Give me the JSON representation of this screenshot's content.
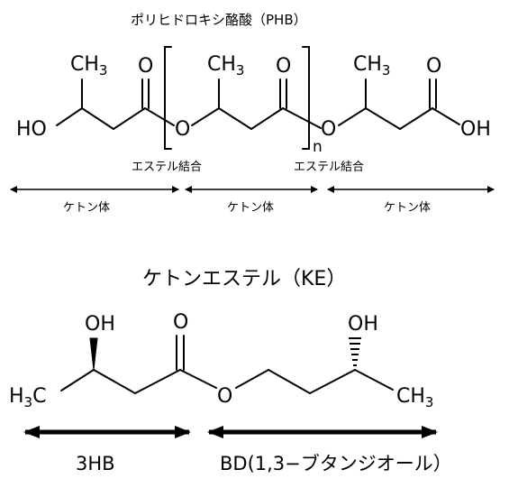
{
  "top": {
    "title": "ポリヒドロキシ酪酸（PHB）",
    "atoms": {
      "ho": "HO",
      "o": "O",
      "oh": "OH",
      "ch3": "CH",
      "three": "3",
      "n": "n"
    },
    "ester_labels": [
      "エステル結合",
      "エステル結合"
    ],
    "ketone_labels": [
      "ケトン体",
      "ケトン体",
      "ケトン体"
    ]
  },
  "bottom": {
    "title": "ケトンエステル（KE）",
    "atoms": {
      "oh_left": "OH",
      "o_carbonyl": "O",
      "oh_right": "OH",
      "o_ester": "O",
      "h3c_h": "H",
      "h3c_3": "3",
      "h3c_c": "C",
      "ch3": "CH",
      "three": "3"
    },
    "captions": {
      "left": "3HB",
      "right": "BD(1,3−ブタンジオール）"
    }
  }
}
